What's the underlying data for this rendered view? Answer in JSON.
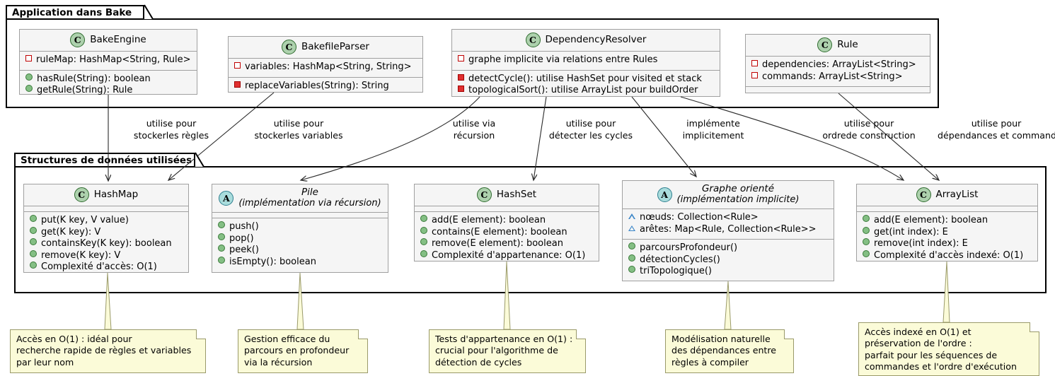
{
  "packages": [
    {
      "title": "Application dans Bake"
    },
    {
      "title": "Structures de données utilisées"
    }
  ],
  "classes": [
    {
      "id": "BakeEngine",
      "stereotype": "C",
      "name": "BakeEngine",
      "subtitle": "",
      "attributes": [
        {
          "visibility": "private-field",
          "text": "ruleMap: HashMap<String, Rule>"
        }
      ],
      "methods": [
        {
          "visibility": "public",
          "text": "hasRule(String): boolean"
        },
        {
          "visibility": "public",
          "text": "getRule(String): Rule"
        }
      ]
    },
    {
      "id": "BakefileParser",
      "stereotype": "C",
      "name": "BakefileParser",
      "subtitle": "",
      "attributes": [
        {
          "visibility": "private-field",
          "text": "variables: HashMap<String, String>"
        }
      ],
      "methods": [
        {
          "visibility": "private-method",
          "text": "replaceVariables(String): String"
        }
      ]
    },
    {
      "id": "DependencyResolver",
      "stereotype": "C",
      "name": "DependencyResolver",
      "subtitle": "",
      "attributes": [
        {
          "visibility": "private-field",
          "text": "graphe implicite via relations entre Rules"
        }
      ],
      "methods": [
        {
          "visibility": "private-method",
          "text": "detectCycle(): utilise HashSet pour visited et stack"
        },
        {
          "visibility": "private-method",
          "text": "topologicalSort(): utilise ArrayList pour buildOrder"
        }
      ]
    },
    {
      "id": "Rule",
      "stereotype": "C",
      "name": "Rule",
      "subtitle": "",
      "attributes": [
        {
          "visibility": "private-field",
          "text": "dependencies: ArrayList<String>"
        },
        {
          "visibility": "private-field",
          "text": "commands: ArrayList<String>"
        }
      ],
      "methods": []
    },
    {
      "id": "HashMap",
      "stereotype": "C",
      "name": "HashMap",
      "subtitle": "",
      "attributes": [],
      "methods": [
        {
          "visibility": "public",
          "text": "put(K key, V value)"
        },
        {
          "visibility": "public",
          "text": "get(K key): V"
        },
        {
          "visibility": "public",
          "text": "containsKey(K key): boolean"
        },
        {
          "visibility": "public",
          "text": "remove(K key): V"
        },
        {
          "visibility": "public",
          "text": "Complexité d'accès: O(1)"
        }
      ]
    },
    {
      "id": "Pile",
      "stereotype": "A",
      "name": "Pile",
      "subtitle": "(implémentation via récursion)",
      "attributes": [],
      "methods": [
        {
          "visibility": "public",
          "text": "push()"
        },
        {
          "visibility": "public",
          "text": "pop()"
        },
        {
          "visibility": "public",
          "text": "peek()"
        },
        {
          "visibility": "public",
          "text": "isEmpty(): boolean"
        }
      ]
    },
    {
      "id": "HashSet",
      "stereotype": "C",
      "name": "HashSet",
      "subtitle": "",
      "attributes": [],
      "methods": [
        {
          "visibility": "public",
          "text": "add(E element): boolean"
        },
        {
          "visibility": "public",
          "text": "contains(E element): boolean"
        },
        {
          "visibility": "public",
          "text": "remove(E element): boolean"
        },
        {
          "visibility": "public",
          "text": "Complexité d'appartenance: O(1)"
        }
      ]
    },
    {
      "id": "GrapheOriente",
      "stereotype": "A",
      "name": "Graphe orienté",
      "subtitle": "(implémentation implicite)",
      "attributes": [
        {
          "visibility": "protected",
          "text": "nœuds: Collection<Rule>"
        },
        {
          "visibility": "protected",
          "text": "arêtes: Map<Rule, Collection<Rule>>"
        }
      ],
      "methods": [
        {
          "visibility": "public",
          "text": "parcoursProfondeur()"
        },
        {
          "visibility": "public",
          "text": "détectionCycles()"
        },
        {
          "visibility": "public",
          "text": "triTopologique()"
        }
      ]
    },
    {
      "id": "ArrayList",
      "stereotype": "C",
      "name": "ArrayList",
      "subtitle": "",
      "attributes": [],
      "methods": [
        {
          "visibility": "public",
          "text": "add(E element): boolean"
        },
        {
          "visibility": "public",
          "text": "get(int index): E"
        },
        {
          "visibility": "public",
          "text": "remove(int index): E"
        },
        {
          "visibility": "public",
          "text": "Complexité d'accès indexé: O(1)"
        }
      ]
    }
  ],
  "edges": [
    {
      "from": "BakeEngine",
      "to": "HashMap",
      "line1": "utilise pour",
      "line2": "stockerles règles"
    },
    {
      "from": "BakefileParser",
      "to": "HashMap",
      "line1": "utilise pour",
      "line2": "stockerles variables"
    },
    {
      "from": "DependencyResolver",
      "to": "Pile",
      "line1": "utilise via",
      "line2": "récursion"
    },
    {
      "from": "DependencyResolver",
      "to": "HashSet",
      "line1": "utilise pour",
      "line2": "détecter les cycles"
    },
    {
      "from": "DependencyResolver",
      "to": "GrapheOriente",
      "line1": "implémente",
      "line2": "implicitement"
    },
    {
      "from": "DependencyResolver",
      "to": "ArrayList",
      "line1": "utilise pour",
      "line2": "ordrede construction"
    },
    {
      "from": "Rule",
      "to": "ArrayList",
      "line1": "utilise pour",
      "line2": "dépendances et commandes"
    }
  ],
  "notes": [
    {
      "anchor": "HashMap",
      "lines": [
        "Accès en O(1) : idéal pour",
        "recherche rapide de règles et variables",
        "par leur nom"
      ]
    },
    {
      "anchor": "Pile",
      "lines": [
        "Gestion efficace du",
        "parcours en profondeur",
        "via la récursion"
      ]
    },
    {
      "anchor": "HashSet",
      "lines": [
        "Tests d'appartenance en O(1) :",
        "crucial pour l'algorithme de",
        "détection de cycles"
      ]
    },
    {
      "anchor": "GrapheOriente",
      "lines": [
        "Modélisation naturelle",
        "des dépendances entre",
        "règles à compiler"
      ]
    },
    {
      "anchor": "ArrayList",
      "lines": [
        "Accès indexé en O(1) et",
        "préservation de l'ordre :",
        "parfait pour les séquences de",
        "commandes et l'ordre d'exécution"
      ]
    }
  ],
  "colors": {
    "note_fill": "#fbfbd8",
    "note_border": "#9a9a6a",
    "class_fill": "#f5f5f5",
    "class_border": "#a0a0a0",
    "class_stereotype_fill": "#add1ad",
    "abstract_stereotype_fill": "#a9dcdc",
    "public_marker": "#84bf84",
    "private_marker": "#e03030",
    "protected_marker": "#3b86c8"
  }
}
